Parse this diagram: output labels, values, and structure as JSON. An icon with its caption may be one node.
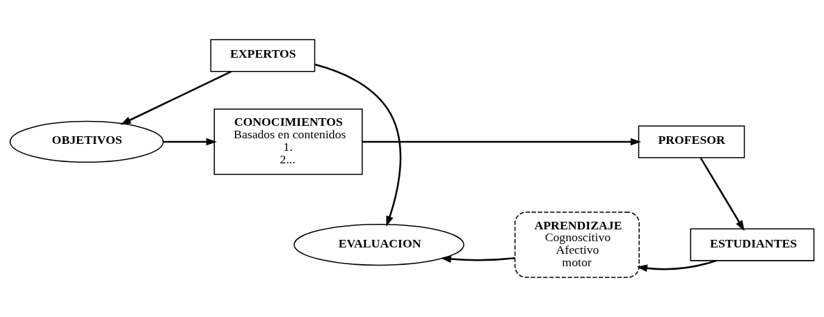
{
  "diagram": {
    "nodes": [
      {
        "text": [
          "OBJETIVOS"
        ]
      },
      {
        "text": [
          "CONOCIMIENTOS",
          "Basados en contenidos",
          "1.",
          "2..."
        ]
      },
      {
        "text": [
          "PROFESOR"
        ]
      },
      {
        "text": [
          "EXPERTOS"
        ]
      },
      {
        "text": [
          "EVALUACION"
        ]
      },
      {
        "text": [
          "APRENDIZAJE",
          "Cognoscitivo",
          "Afectivo",
          "motor"
        ]
      },
      {
        "text": [
          "ESTUDIANTES"
        ]
      }
    ],
    "edges": [
      {
        "from": 0,
        "to": 1,
        "arrow": "to"
      },
      {
        "from": 1,
        "to": 2,
        "arrow": "to"
      },
      {
        "from": 3,
        "to": 0,
        "arrow": "to"
      },
      {
        "from": 3,
        "to": 4,
        "arrow": "to"
      },
      {
        "from": 2,
        "to": 6,
        "arrow": "to"
      },
      {
        "from": 6,
        "to": 5,
        "arrow": "to"
      },
      {
        "from": 5,
        "to": 4,
        "arrow": "to"
      }
    ]
  }
}
